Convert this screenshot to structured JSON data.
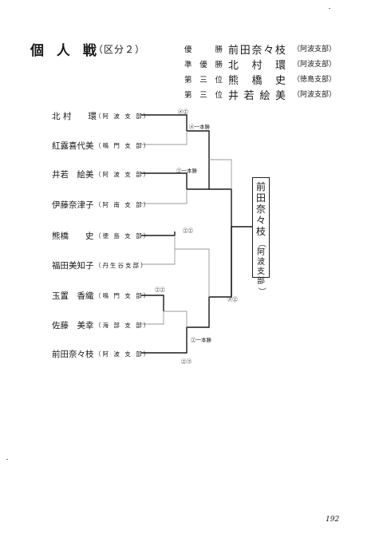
{
  "header": {
    "title": "個 人 戦",
    "division": "（区分２）"
  },
  "results": [
    {
      "rank": "優勝",
      "name": "前田奈々枝",
      "team": "（阿波支部）"
    },
    {
      "rank": "準優勝",
      "name": "北村環",
      "team": "（阿波支部）"
    },
    {
      "rank": "第三位",
      "name": "熊橋史",
      "team": "（徳島支部）"
    },
    {
      "rank": "第三位",
      "name": "井若絵美",
      "team": "（阿波支部）"
    }
  ],
  "players": [
    {
      "name": "北 村　　環",
      "team": "（阿 波 支 部）"
    },
    {
      "name": "紅露喜代美",
      "team": "（鳴 門 支 部）"
    },
    {
      "name": "井若　絵美",
      "team": "（阿 波 支 部）"
    },
    {
      "name": "伊藤奈津子",
      "team": "（阿 南 支 部）"
    },
    {
      "name": "熊橋　　史",
      "team": "（徳 島 支 部）"
    },
    {
      "name": "福田美知子",
      "team": "（丹生谷支部）"
    },
    {
      "name": "玉置　香織",
      "team": "（鳴 門 支 部）"
    },
    {
      "name": "佐藤　美幸",
      "team": "（海 部 支 部）"
    },
    {
      "name": "前田奈々枝",
      "team": "（阿 波 支 部）"
    }
  ],
  "annotations": {
    "r1_p1_p2": "㋱㋓",
    "r2_top": "㋱一本勝",
    "r1_p3_p4": "㋓一本勝",
    "r1_p5_p6": "㋓㋓",
    "r0_p7_p8": "㋓㋓",
    "final": "㋱㋓",
    "r2_bottom": "㋓一本勝",
    "p9": "㋓㋙"
  },
  "winner": {
    "name": "前田奈々枝",
    "team": "（阿波支部）"
  },
  "page_number": "192"
}
